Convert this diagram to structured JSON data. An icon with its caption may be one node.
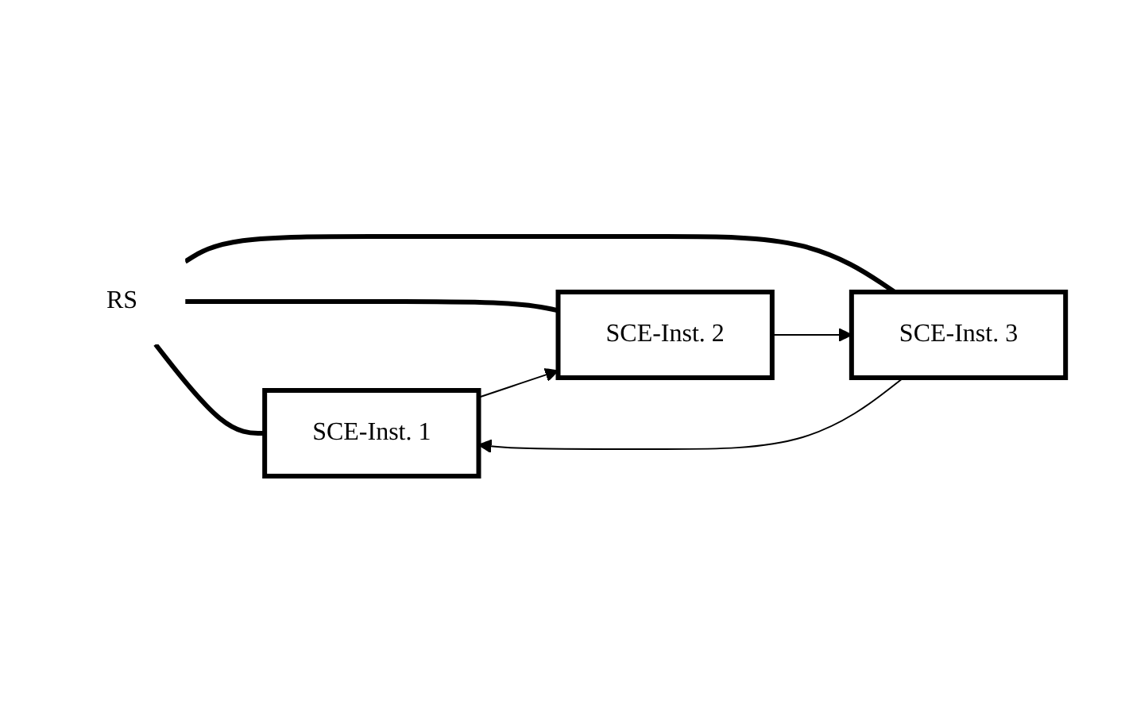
{
  "diagram": {
    "nodes": [
      {
        "text": [
          "SCE-Inst. 1"
        ]
      },
      {
        "text": [
          "RS"
        ]
      },
      {
        "text": [
          "SCE-Inst. 3"
        ]
      },
      {
        "text": [
          "SCE-Inst. 2"
        ]
      }
    ],
    "edges": [
      {
        "from": 1,
        "to": 0,
        "arrow": "none",
        "style": "thick"
      },
      {
        "from": 1,
        "to": 2,
        "arrow": "none",
        "style": "thick"
      },
      {
        "from": 1,
        "to": 3,
        "arrow": "none",
        "style": "thick"
      },
      {
        "from": 0,
        "to": 3,
        "arrow": "to"
      },
      {
        "from": 3,
        "to": 2,
        "arrow": "to"
      },
      {
        "from": 2,
        "to": 0,
        "arrow": "to"
      }
    ]
  }
}
